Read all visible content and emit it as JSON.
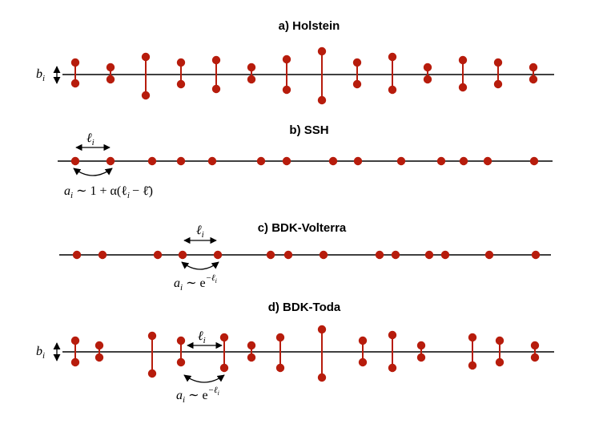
{
  "colors": {
    "site": "#b71c0c",
    "line": "#000000",
    "arrow": "#000000"
  },
  "panels": {
    "a": {
      "title": "a) Holstein",
      "side_label": "b",
      "side_sub": "i",
      "sites_up": [
        26,
        19,
        31,
        20,
        24,
        15,
        25,
        37,
        21,
        31,
        15,
        23,
        21,
        13
      ],
      "sites_down": [
        13,
        13,
        13,
        13,
        13,
        13,
        13,
        13,
        13,
        13,
        13,
        13,
        13,
        13
      ]
    },
    "b": {
      "title": "b) SSH",
      "spacing_label": "ℓ",
      "spacing_sub": "i",
      "formula_a": "a",
      "formula_sub": "i",
      "formula_rest": "∼ 1 + α(ℓ",
      "formula_sub2": "i",
      "formula_end": "− ℓ̄)"
    },
    "c": {
      "title": "c) BDK-Volterra",
      "spacing_label": "ℓ",
      "spacing_sub": "i",
      "formula_a": "a",
      "formula_sub": "i",
      "formula_rest": "∼ e",
      "formula_exp": "−ℓ",
      "formula_exp_sub": "i"
    },
    "d": {
      "title": "d) BDK-Toda",
      "side_label": "b",
      "side_sub": "i",
      "spacing_label": "ℓ",
      "spacing_sub": "i",
      "formula_a": "a",
      "formula_sub": "i",
      "formula_rest": "∼ e",
      "formula_exp": "−ℓ",
      "formula_exp_sub": "i"
    }
  }
}
